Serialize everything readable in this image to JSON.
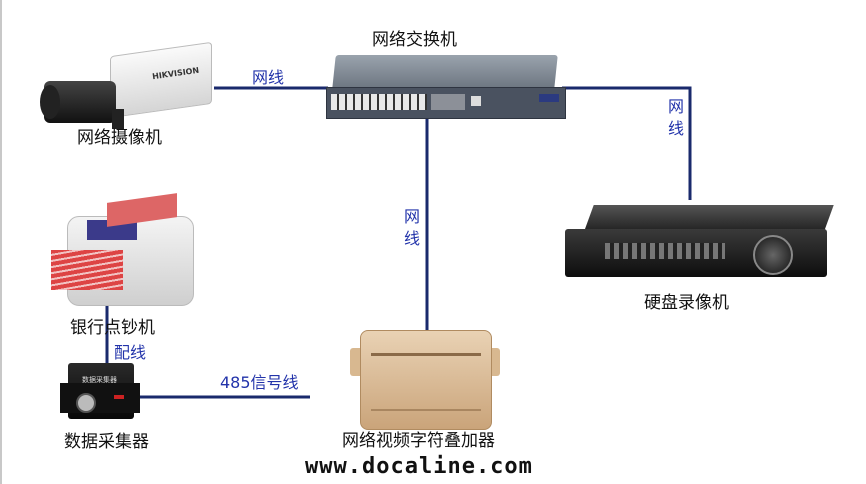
{
  "nodes": {
    "switch": "网络交换机",
    "camera": "网络摄像机",
    "nvr": "硬盘录像机",
    "counter": "银行点钞机",
    "collector": "数据采集器",
    "overlay": "网络视频字符叠加器"
  },
  "links": {
    "camera_switch": "网线",
    "switch_nvr": "网线",
    "switch_overlay": "网线",
    "counter_collector": "配线",
    "collector_overlay": "485信号线"
  },
  "device_text": {
    "camera_brand": "HIKVISION",
    "collector_panel": "数据采集器"
  },
  "watermark": "www.docaline.com",
  "colors": {
    "wire": "#1a2a6c",
    "link_label": "#2233aa"
  }
}
